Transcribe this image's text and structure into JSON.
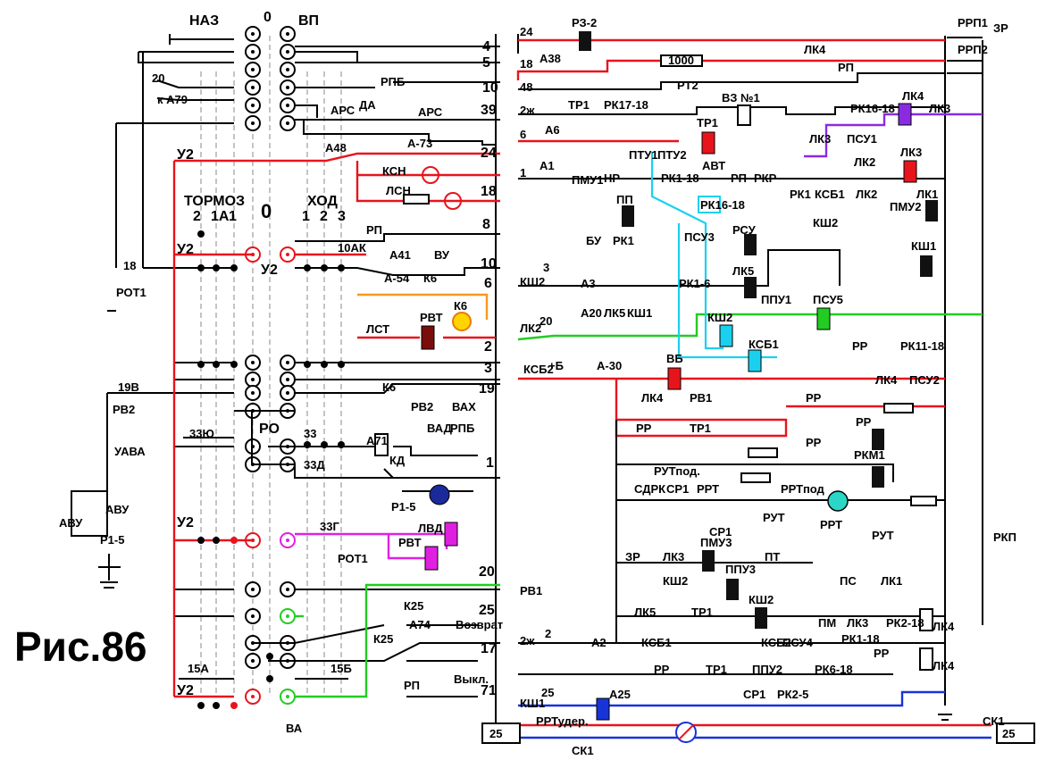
{
  "figure": {
    "caption": "Рис.86"
  },
  "colors": {
    "red": "#e8141c",
    "cyan": "#19d1ee",
    "green": "#22cc22",
    "purple": "#8a2be2",
    "magenta": "#e020e0",
    "orange": "#f59a1a",
    "blue": "#1833d8",
    "black": "#000000"
  },
  "controller": {
    "reverser": {
      "left": "НАЗ",
      "center": "0",
      "right": "ВП"
    },
    "brake_title": "ТОРМОЗ",
    "run_title": "ХОД",
    "brake_positions": [
      "2",
      "1А",
      "1"
    ],
    "center_zero": "0",
    "run_positions": [
      "1",
      "2",
      "3"
    ],
    "ro": "РО",
    "u2": "У2",
    "labels": [
      "10АК",
      "18",
      "РОТ1",
      "19В",
      "РВ2",
      "УАВА",
      "АВУ",
      "АВУ",
      "Р1-5",
      "33Ю",
      "33",
      "33Д",
      "33Г",
      "РОТ1",
      "15А",
      "15Б",
      "20",
      "к А79",
      "АРС",
      "ДА",
      "АРС",
      "РПБ",
      "А48",
      "А-73",
      "КСН",
      "ЛСН",
      "РП",
      "А41",
      "ВУ",
      "А-54",
      "К6",
      "К6",
      "ЛСТ",
      "РВТ",
      "К6",
      "А71",
      "РВ2",
      "ВАХ",
      "ВАД",
      "РПБ",
      "КД",
      "Р1-5",
      "ЛВД",
      "РВТ",
      "К25",
      "К25",
      "А74",
      "Возврат",
      "РП",
      "Выкл.",
      "ВА"
    ],
    "wire_numbers": [
      "4",
      "5",
      "10",
      "39",
      "24",
      "18",
      "8",
      "10",
      "6",
      "2",
      "3",
      "19",
      "1",
      "20",
      "25",
      "17",
      "71"
    ]
  },
  "right": {
    "labels": [
      "24",
      "РЗ-2",
      "18",
      "А38",
      "1000",
      "ЛК4",
      "РРП1",
      "РРП2",
      "ЗР",
      "РП",
      "48",
      "РТ2",
      "ВЗ №1",
      "2ж",
      "ТР1",
      "РК17-18",
      "ЛК4",
      "РК16-18",
      "ЛК3",
      "6",
      "А6",
      "ТР1",
      "ПТУ1",
      "ПТУ2",
      "АВТ",
      "ЛК3",
      "ПСУ1",
      "ЛК3",
      "1",
      "А1",
      "ПМУ1",
      "НР",
      "РК1-18",
      "РП",
      "РКР",
      "ЛК2",
      "РК1",
      "КСБ1",
      "ЛК2",
      "ЛК1",
      "ПМУ2",
      "КШ2",
      "ПП",
      "РК16-18",
      "БУ",
      "РК1",
      "ПСУ3",
      "РСУ",
      "КШ1",
      "ЛК5",
      "КШ2",
      "3",
      "А3",
      "РК1-6",
      "ППУ1",
      "ПСУ5",
      "ЛК2",
      "20",
      "А20",
      "ЛК5",
      "КШ1",
      "КШ2",
      "КСБ1",
      "КСБ2",
      "+Б",
      "А-30",
      "ВБ",
      "РР",
      "РК11-18",
      "ЛК4",
      "ПСУ2",
      "ЛК4",
      "РВ1",
      "РР",
      "РР",
      "ТР1",
      "РР",
      "РР",
      "РУТпод.",
      "РКМ1",
      "РРТпод",
      "СДРК",
      "СР1",
      "РРТ",
      "РУТ",
      "РРТ",
      "СР1",
      "РУТ",
      "РКП",
      "ЗР",
      "ЛК3",
      "ПМУ3",
      "ПТ",
      "КШ2",
      "ППУ3",
      "ПС",
      "ЛК1",
      "ЛК5",
      "ТР1",
      "КШ2",
      "ПМ",
      "ЛК3",
      "РК2-18",
      "ЛК4",
      "РВ1",
      "2ж",
      "2",
      "А2",
      "КСБ1",
      "КСБ2",
      "ПСУ4",
      "РК1-18",
      "РР",
      "ТР1",
      "ППУ2",
      "РК6-18",
      "РР",
      "ЛК4",
      "СР1",
      "РК2-5",
      "КШ1",
      "25",
      "А25",
      "РРТудер.",
      "СК1",
      "25",
      "25",
      "СК1"
    ]
  }
}
